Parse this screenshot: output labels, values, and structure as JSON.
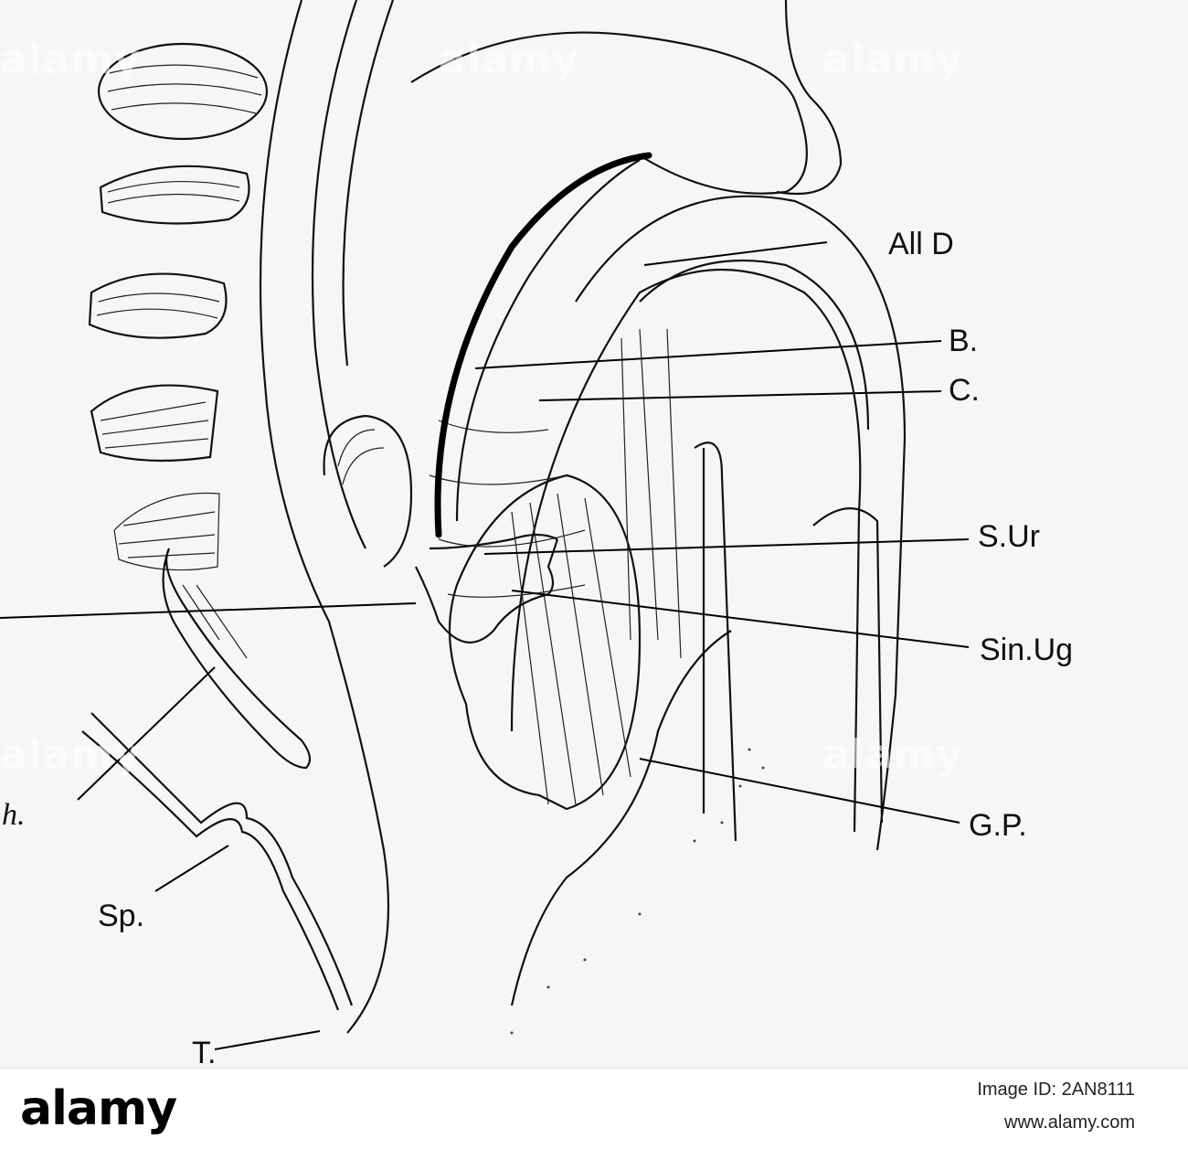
{
  "figure": {
    "labels": {
      "all_d": "All D",
      "b": "B.",
      "c": "C.",
      "s_ur": "S.Ur",
      "sin_ug": "Sin.Ug",
      "g_p": "G.P.",
      "h": "h.",
      "sp": "Sp.",
      "t": "T."
    },
    "watermark_text": "alamy"
  },
  "footer": {
    "brand": "alamy",
    "image_id": "Image ID: 2AN8111",
    "url": "www.alamy.com"
  }
}
